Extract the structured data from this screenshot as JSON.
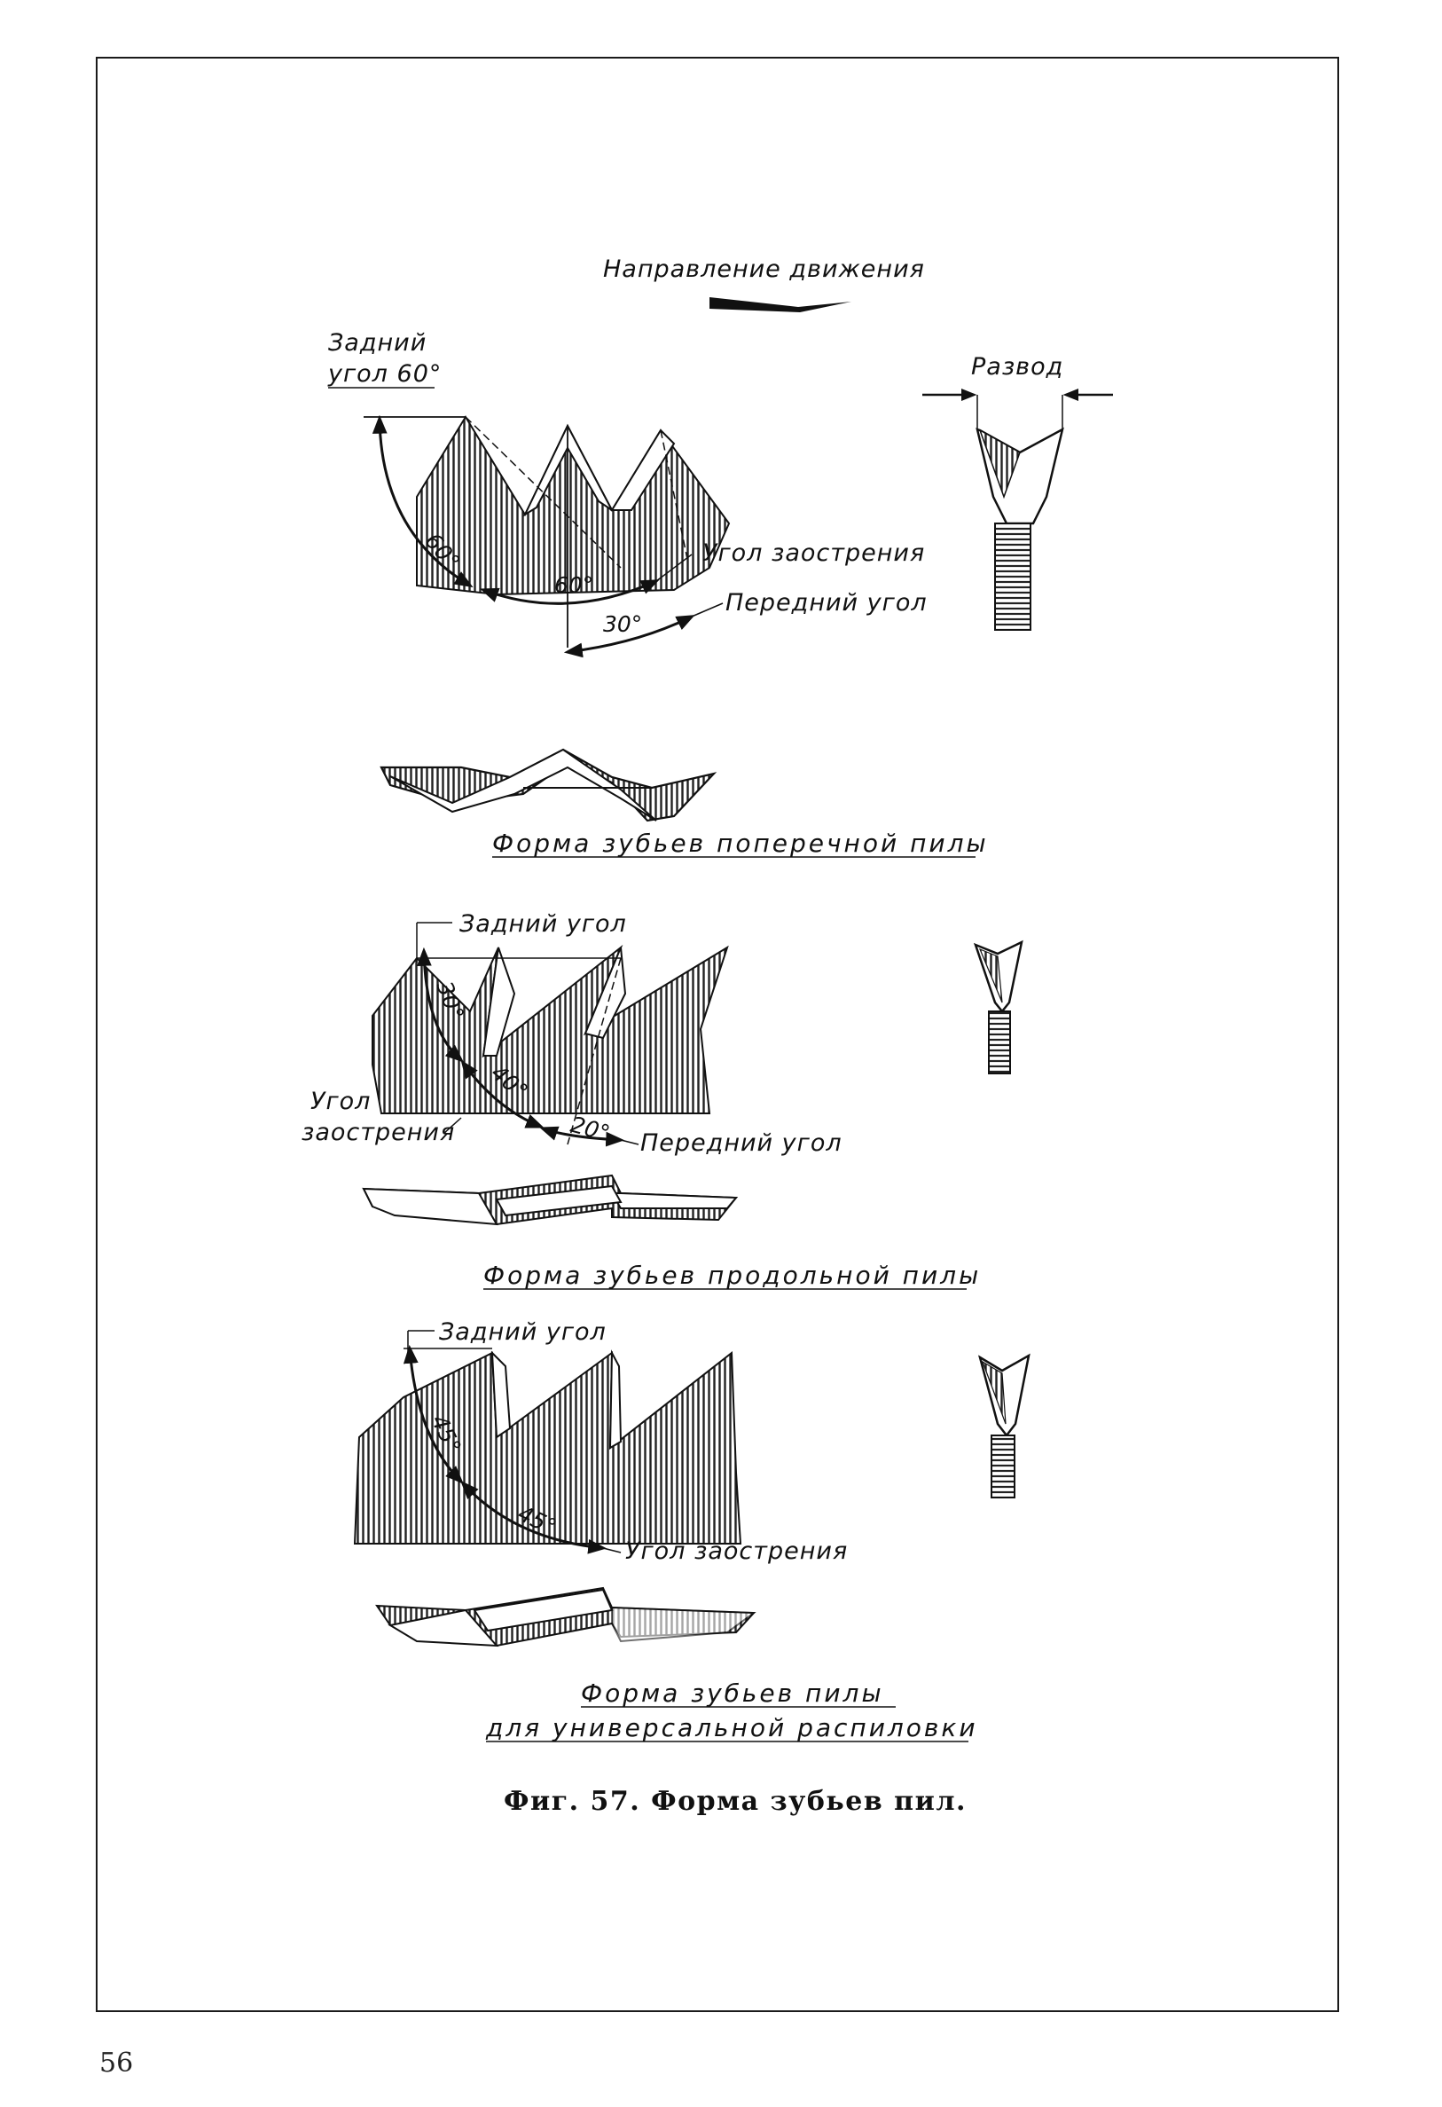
{
  "direction_label": "Направление движения",
  "crosscut": {
    "back_angle_label": "Задний угол 60°",
    "back_angle_line1": "Задний",
    "back_angle_line2": "угол 60°",
    "angle_back": "60°",
    "angle_sharp": "60°",
    "angle_front": "30°",
    "sharpening_label": "Угол заострения",
    "front_label": "Передний угол",
    "set_label": "Развод",
    "caption": "Форма зубьев поперечной пилы"
  },
  "rip": {
    "back_label": "Задний угол",
    "angle_back": "30°",
    "angle_sharp": "40°",
    "angle_front": "20°",
    "sharpening_line1": "Угол",
    "sharpening_line2": "заострения",
    "front_label": "Передний угол",
    "caption": "Форма зубьев продольной пилы"
  },
  "universal": {
    "back_label": "Задний угол",
    "angle_back": "45°",
    "angle_sharp": "45°",
    "sharpening_label": "Угол заострения",
    "caption_line1": "Форма зубьев пилы",
    "caption_line2": "для универсальной распиловки"
  },
  "figure_caption": "Фиг. 57. Форма зубьев пил.",
  "page_number": "56"
}
